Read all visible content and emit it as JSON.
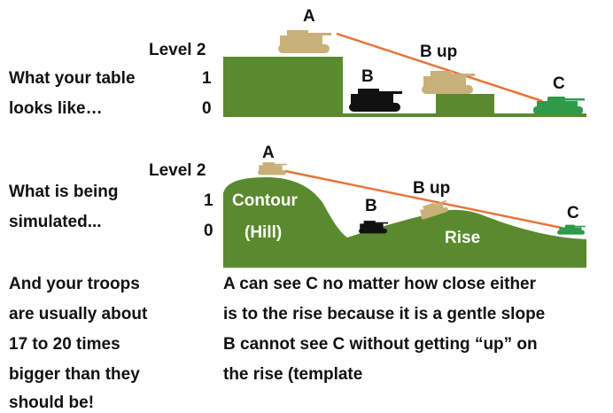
{
  "top": {
    "caption_line1": "What your table",
    "caption_line2": "looks like…",
    "level_label": "Level 2",
    "tick_1": "1",
    "tick_0": "0",
    "label_a": "A",
    "label_b": "B",
    "label_b_up": "B up",
    "label_c": "C"
  },
  "middle": {
    "caption_line1": "What is being",
    "caption_line2": "simulated...",
    "level_label": "Level 2",
    "tick_1": "1",
    "tick_0": "0",
    "label_a": "A",
    "label_b": "B",
    "label_b_up": "B up",
    "label_c": "C",
    "hill_line1": "Contour",
    "hill_line2": "(Hill)",
    "rise_label": "Rise"
  },
  "bottom": {
    "left_lines": [
      "And your troops",
      "are usually about",
      "17 to 20 times",
      "bigger than they",
      "should be!"
    ],
    "right_lines": [
      "A can see C no matter how close either",
      "is to the rise because it is a gentle slope",
      "B cannot see C without getting “up” on",
      "the rise (template"
    ]
  },
  "colors": {
    "terrain_green": "#5a8a2e",
    "sightline_orange": "#e8743a",
    "tan_vehicle": "#c9b07a",
    "black_vehicle": "#111111",
    "green_vehicle": "#2e9a4a"
  },
  "icons": {
    "vehicle_a": "self-propelled-gun-icon",
    "vehicle_b": "self-propelled-gun-icon",
    "vehicle_b_up": "self-propelled-gun-icon",
    "vehicle_c": "tank-icon"
  }
}
